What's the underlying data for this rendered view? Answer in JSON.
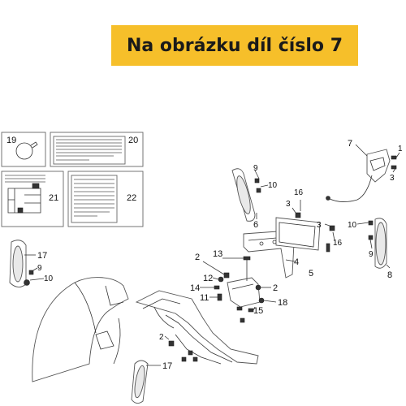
{
  "banner": {
    "text": "Na obrázku díl číslo 7"
  },
  "callouts": {
    "c1": "1",
    "c2a": "2",
    "c2b": "2",
    "c2c": "2",
    "c3a": "3",
    "c3b": "3",
    "c4": "4",
    "c5": "5",
    "c6": "6",
    "c7": "7",
    "c8": "8",
    "c9a": "9",
    "c9b": "9",
    "c9c": "9",
    "c10a": "10",
    "c10b": "10",
    "c10c": "10",
    "c11": "11",
    "c12": "12",
    "c13": "13",
    "c14": "14",
    "c15": "15",
    "c16a": "16",
    "c16b": "16",
    "c17a": "17",
    "c17b": "17",
    "c18": "18",
    "c19": "19",
    "c20": "20",
    "c21": "21",
    "c22": "22"
  }
}
